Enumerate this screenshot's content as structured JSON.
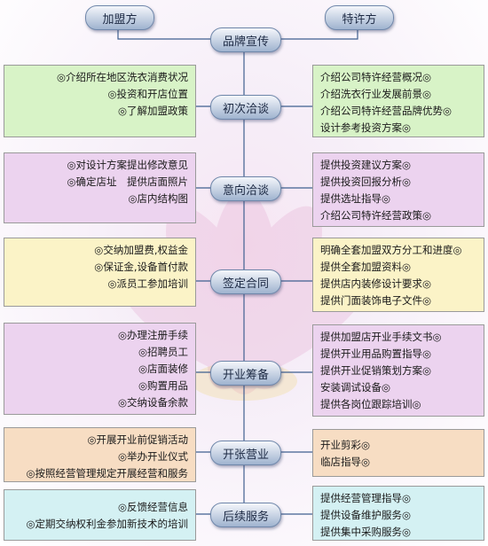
{
  "header": {
    "left_party": "加盟方",
    "right_party": "特许方",
    "start": "品牌宣传"
  },
  "stages": [
    {
      "name": "初次洽谈",
      "left": [
        "◎介绍所在地区洗衣消费状况",
        "◎投资和开店位置",
        "◎了解加盟政策"
      ],
      "right": [
        "介绍公司特许经营概况◎",
        "介绍洗衣行业发展前景◎",
        "介绍公司特许经营品牌优势◎",
        "设计参考投资方案◎"
      ]
    },
    {
      "name": "意向洽谈",
      "left": [
        "◎对设计方案提出修改意见",
        "◎确定店址　提供店面照片",
        "◎店内结构图"
      ],
      "right": [
        "提供投资建议方案◎",
        "提供投资回报分析◎",
        "提供选址指导◎",
        "介绍公司特许经营政策◎"
      ]
    },
    {
      "name": "签定合同",
      "left": [
        "◎交纳加盟费,权益金",
        "◎保证金,设备首付款",
        "◎派员工参加培训"
      ],
      "right": [
        "明确全套加盟双方分工和进度◎",
        "提供全套加盟资料◎",
        "提供店内装修设计要求◎",
        "提供门面装饰电子文件◎"
      ]
    },
    {
      "name": "开业筹备",
      "left": [
        "◎办理注册手续",
        "◎招聘员工",
        "◎店面装修",
        "◎购置用品",
        "◎交纳设备余款"
      ],
      "right": [
        "提供加盟店开业手续文书◎",
        "提供开业用品购置指导◎",
        "提供开业促销策划方案◎",
        "安装调试设备◎",
        "提供各岗位跟踪培训◎"
      ]
    },
    {
      "name": "开张营业",
      "left": [
        "◎开展开业前促销活动",
        "◎举办开业仪式",
        "◎按照经营管理规定开展经营和服务"
      ],
      "right": [
        "开业剪彩◎",
        "临店指导◎"
      ]
    },
    {
      "name": "后续服务",
      "left": [
        "◎反馈经营信息",
        "◎定期交纳权利金参加新技术的培训"
      ],
      "right": [
        "提供经营管理指导◎",
        "提供设备维护服务◎",
        "提供集中采购服务◎"
      ]
    }
  ],
  "colors": {
    "pill_border": "#6f87aa",
    "line": "#3f5f8f",
    "stage_fills": [
      "#d8f3c7",
      "#ecd3ef",
      "#fbf3c7",
      "#ecd3ef",
      "#f7ddc3",
      "#d4f1f3"
    ]
  }
}
